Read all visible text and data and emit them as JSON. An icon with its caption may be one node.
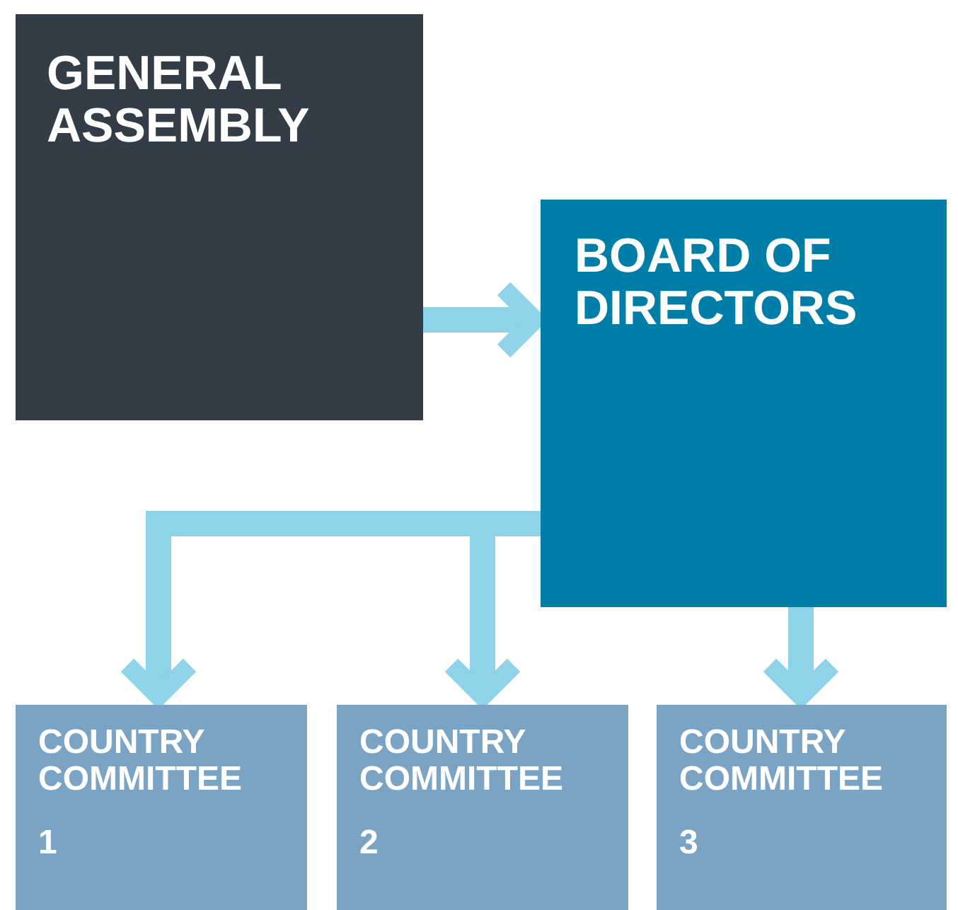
{
  "diagram": {
    "nodes": [
      {
        "text": [
          "GENERAL ASSEMBLY"
        ]
      },
      {
        "text": [
          "BOARD OF DIRECTORS"
        ]
      },
      {
        "text": [
          "COUNTRY COMMITTEE",
          "1"
        ]
      },
      {
        "text": [
          "COUNTRY COMMITTEE",
          "2"
        ]
      },
      {
        "text": [
          "COUNTRY COMMITTEE",
          "3"
        ]
      }
    ],
    "edges": [
      {
        "from": 0,
        "to": 1,
        "arrow": "to"
      },
      {
        "from": 1,
        "to": 2,
        "arrow": "to"
      },
      {
        "from": 1,
        "to": 3,
        "arrow": "to"
      },
      {
        "from": 1,
        "to": 4,
        "arrow": "to"
      }
    ]
  }
}
